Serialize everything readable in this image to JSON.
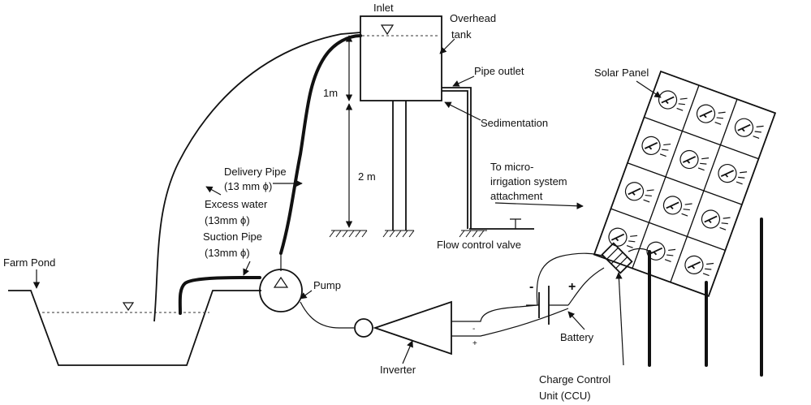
{
  "labels": {
    "inlet": "Inlet",
    "overhead_tank_1": "Overhead",
    "overhead_tank_2": "tank",
    "pipe_outlet": "Pipe outlet",
    "sedimentation": "Sedimentation",
    "height_1m": "1m",
    "height_2m": "2 m",
    "to_micro_1": "To micro-",
    "to_micro_2": "irrigation system",
    "to_micro_3": "attachment",
    "flow_control_valve": "Flow control valve",
    "solar_panel": "Solar Panel",
    "delivery_pipe_1": "Delivery Pipe",
    "delivery_pipe_2": "(13 mm ϕ)",
    "excess_water_1": "Excess water",
    "excess_water_2": "(13mm ϕ)",
    "suction_pipe_1": "Suction Pipe",
    "suction_pipe_2": "(13mm ϕ)",
    "farm_pond": "Farm Pond",
    "pump": "Pump",
    "inverter": "Inverter",
    "battery": "Battery",
    "battery_minus": "-",
    "battery_plus": "+",
    "inverter_minus": "-",
    "inverter_plus": "+",
    "ccu_1": "Charge Control",
    "ccu_2": "Unit (CCU)"
  }
}
